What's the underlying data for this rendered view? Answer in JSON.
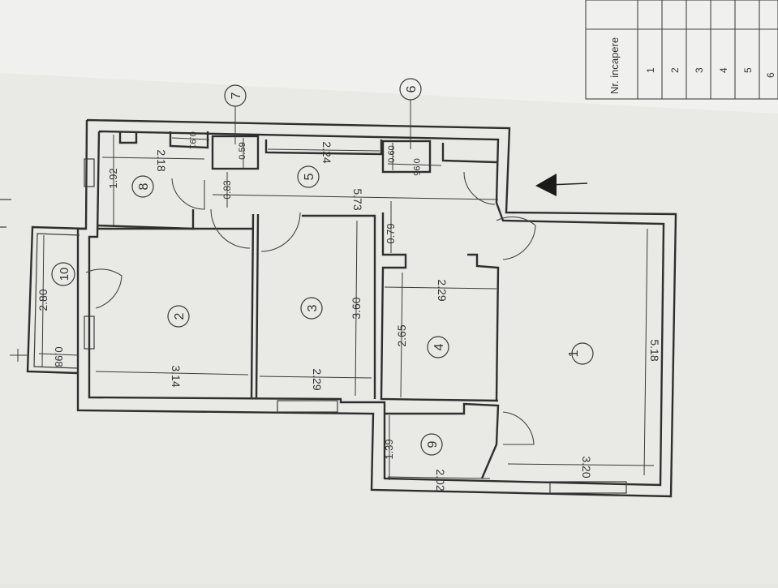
{
  "table": {
    "header": "Nr. incapere",
    "rows": [
      "1",
      "2",
      "3",
      "4",
      "5",
      "6"
    ]
  },
  "rooms": [
    {
      "id": "1"
    },
    {
      "id": "2"
    },
    {
      "id": "3"
    },
    {
      "id": "4"
    },
    {
      "id": "5"
    },
    {
      "id": "6"
    },
    {
      "id": "7"
    },
    {
      "id": "8"
    },
    {
      "id": "9"
    },
    {
      "id": "10"
    }
  ],
  "dimensions": [
    "5.18",
    "3.20",
    "3.14",
    "2.80",
    "0.98",
    "3.60",
    "2.29",
    "2.65",
    "2.29",
    "0.79",
    "1.39",
    "2.02",
    "5.73",
    "0.83",
    "2.24",
    "2.18",
    "1.92",
    "0.91",
    "0.59",
    "0.60",
    "0.95"
  ]
}
